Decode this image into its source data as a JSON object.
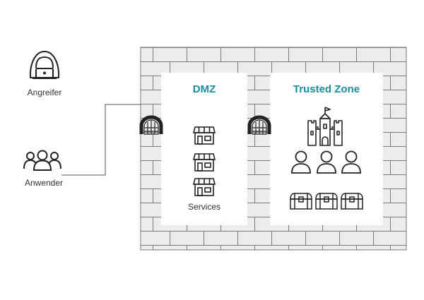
{
  "actors": {
    "attacker": {
      "label": "Angreifer",
      "icon": "hooded-hacker-icon"
    },
    "user": {
      "label": "Anwender",
      "icon": "user-group-icon"
    }
  },
  "zones": {
    "dmz": {
      "title": "DMZ",
      "caption": "Services",
      "icons": [
        "shop-icon",
        "shop-icon",
        "shop-icon"
      ]
    },
    "trusted": {
      "title": "Trusted Zone",
      "icons": [
        "castle-icon",
        "person-icon",
        "person-icon",
        "person-icon",
        "treasure-chest-icon",
        "treasure-chest-icon",
        "treasure-chest-icon"
      ]
    }
  },
  "colors": {
    "accent": "#1a8ea0",
    "wall_fill": "#ececec",
    "wall_mortar": "#7a7a7a",
    "icon_stroke": "#222222",
    "text": "#333333"
  }
}
